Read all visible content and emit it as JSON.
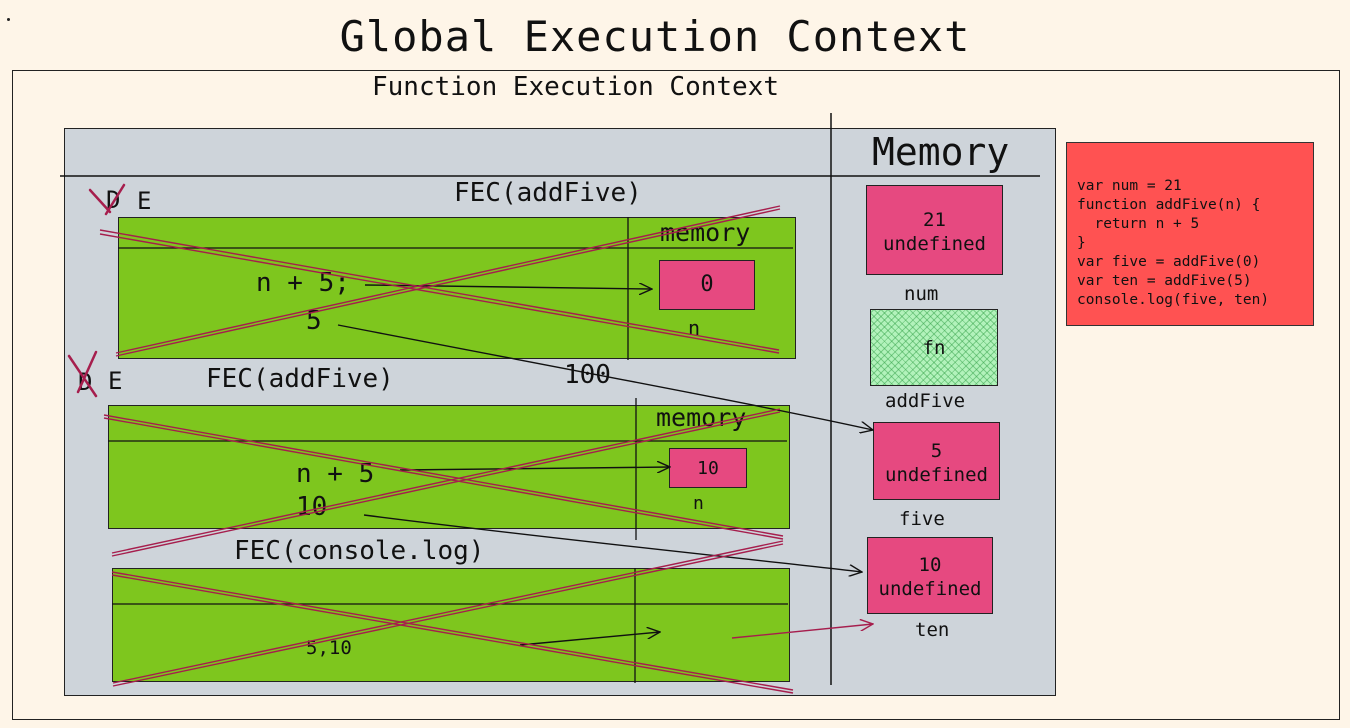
{
  "title": "Global Execution Context",
  "function_context_title": "Function Execution Context",
  "memory_header": "Memory",
  "fec1": {
    "label": "FEC(addFive)",
    "phases": [
      "D",
      "E"
    ],
    "memory_label": "memory",
    "code_line": "n + 5;",
    "result": "5",
    "memory_value": "0",
    "memory_var": "n"
  },
  "fec2": {
    "label": "FEC(addFive)",
    "phases": [
      "D",
      "E"
    ],
    "memory_label": "memory",
    "code_line": "n + 5",
    "result": "10",
    "memory_value": "10",
    "memory_var": "n"
  },
  "fec3": {
    "label": "FEC(console.log)",
    "output": "5,10"
  },
  "note_100": "100",
  "global_memory": [
    {
      "name": "num",
      "values": [
        "21",
        "undefined"
      ]
    },
    {
      "name": "addFive",
      "values": [
        "fn"
      ]
    },
    {
      "name": "five",
      "values": [
        "5",
        "undefined"
      ]
    },
    {
      "name": "ten",
      "values": [
        "10",
        "undefined"
      ]
    }
  ],
  "code": [
    "var num = 21",
    "function addFive(n) {",
    "  return n + 5",
    "}",
    "var five = addFive(0)",
    "var ten = addFive(5)",
    "console.log(five, ten)"
  ],
  "colors": {
    "background": "#fef5e8",
    "panel": "#ced4da",
    "context_box": "#7ec61e",
    "memory_value": "#e64980",
    "code_box": "#ff5252",
    "strike": "#a61e4d",
    "function_hatch": "#b2f2bb"
  }
}
